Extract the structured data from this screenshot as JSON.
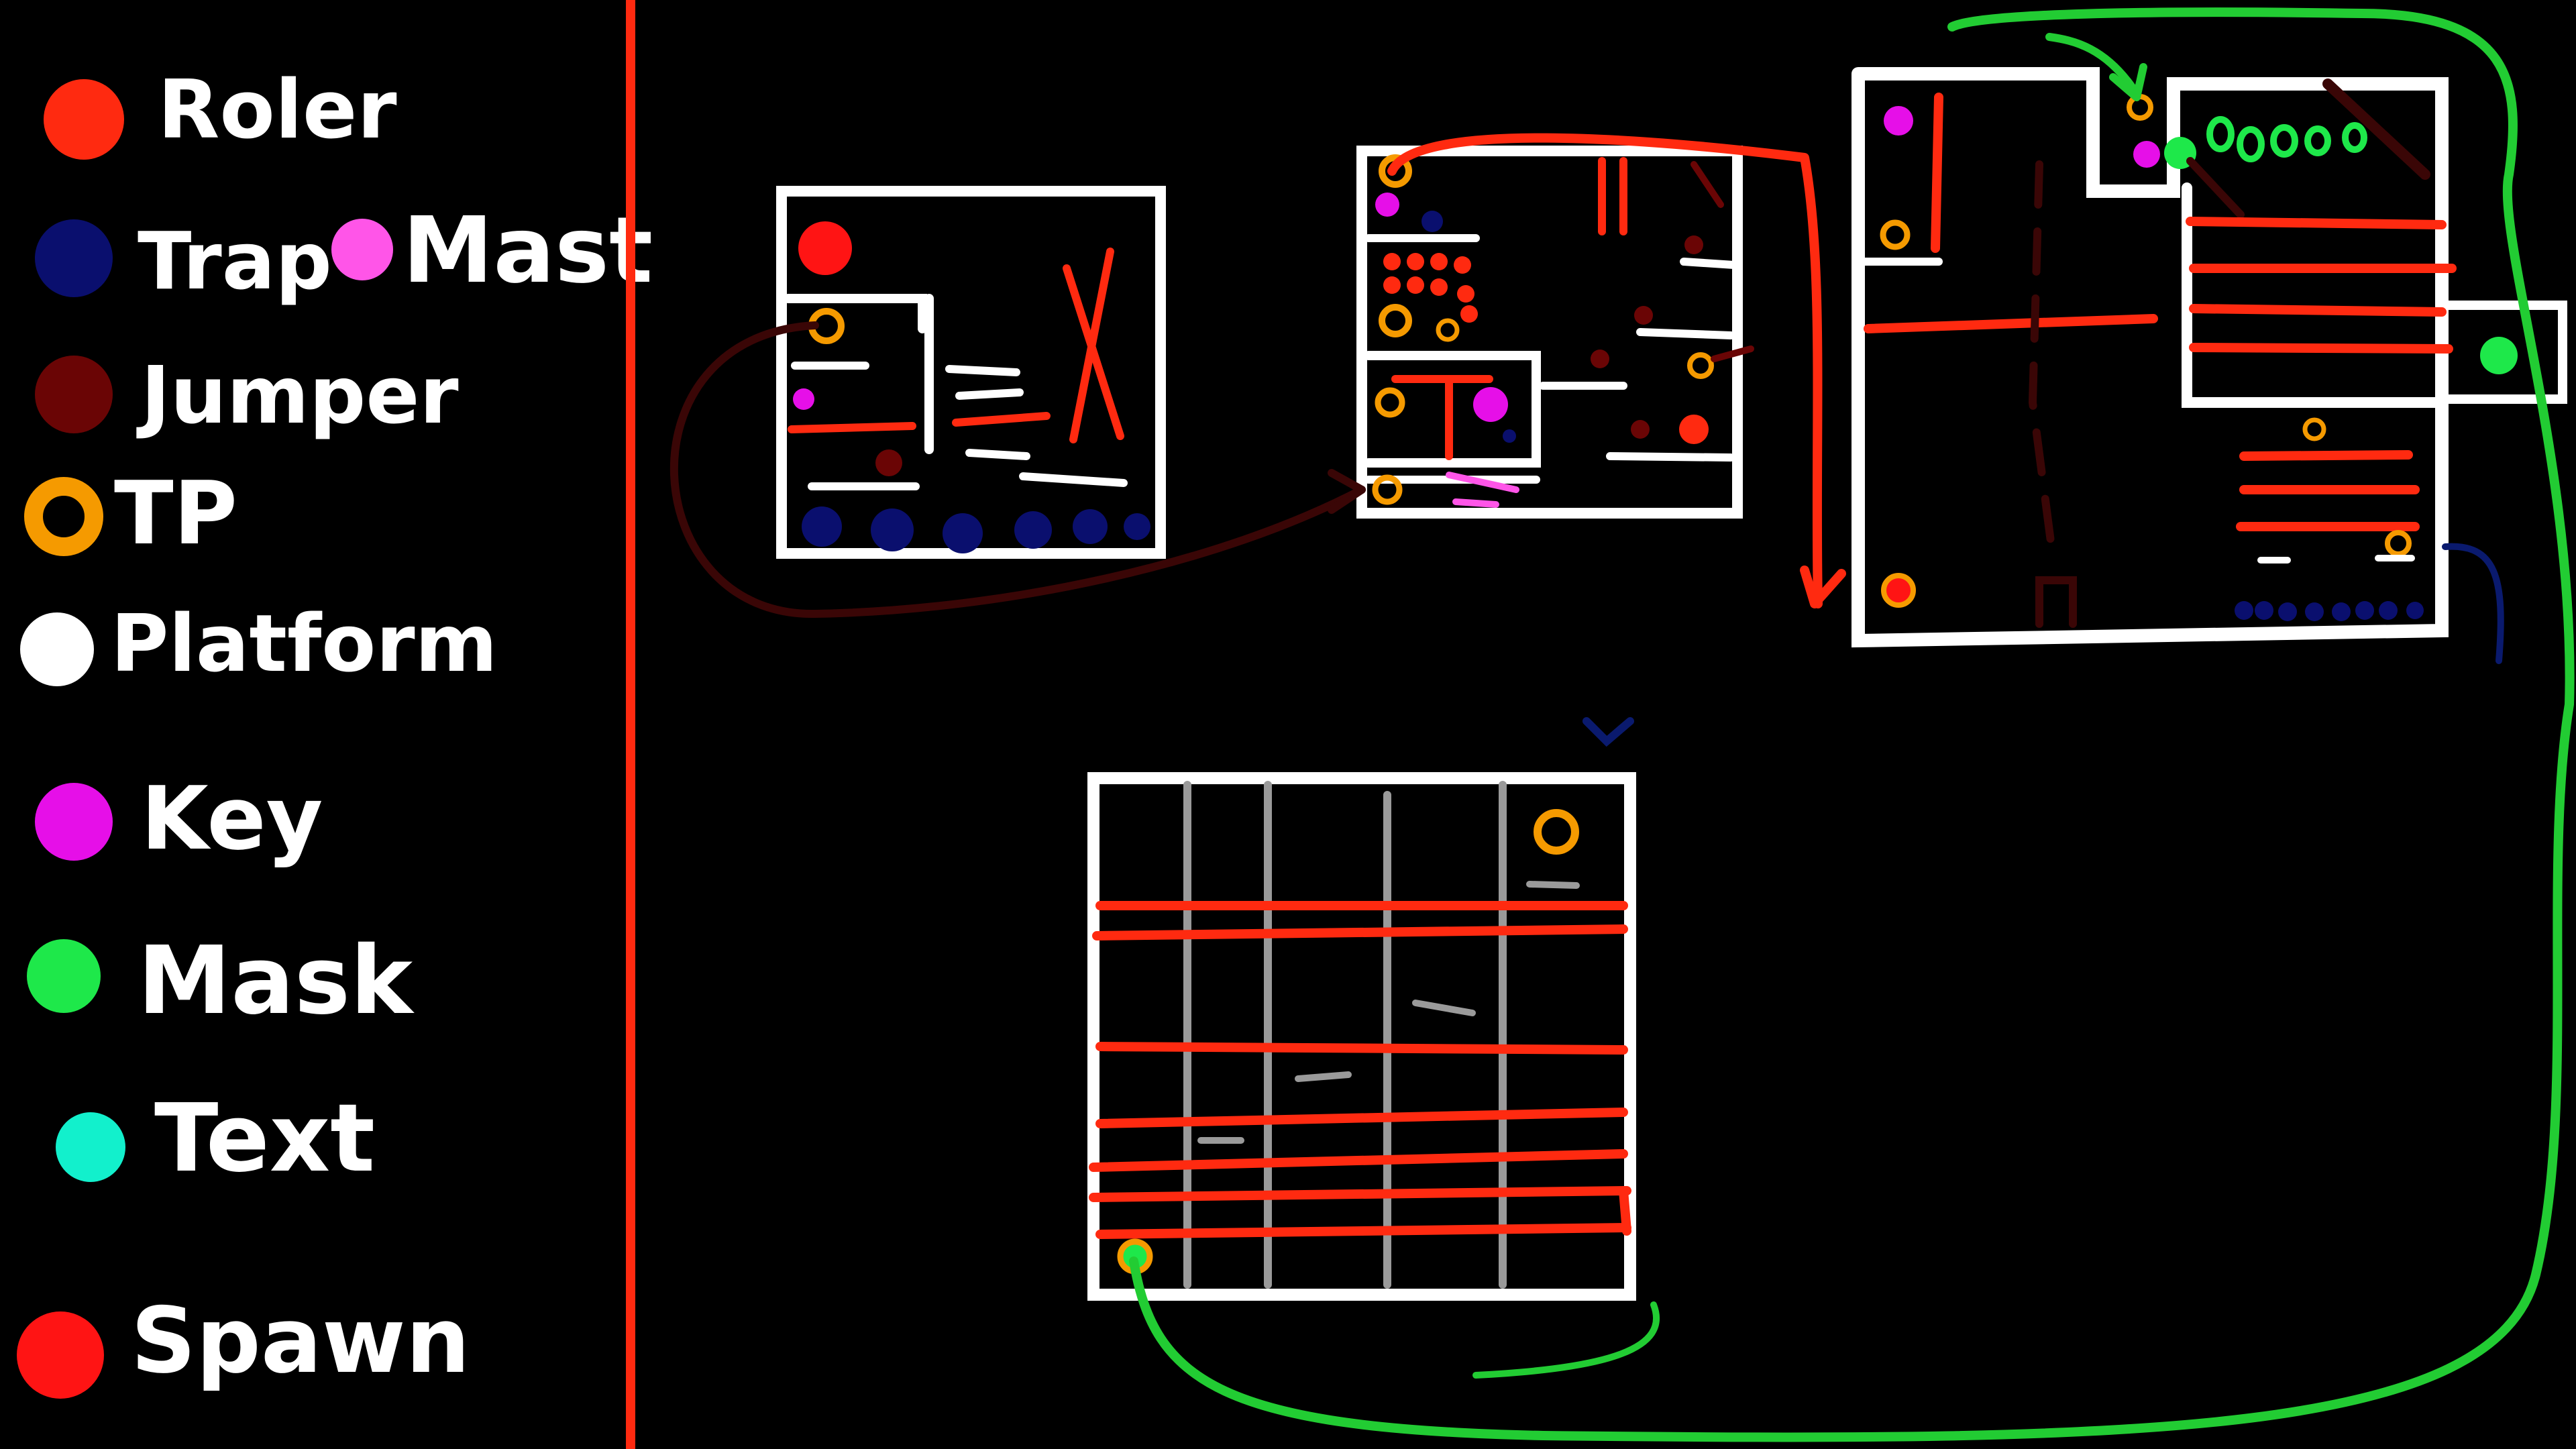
{
  "legend": {
    "items": [
      {
        "id": "roller",
        "label": "Roler",
        "color": "#ff2a10",
        "style": "dot"
      },
      {
        "id": "trap",
        "label": "Trap",
        "color": "#0a0f6e",
        "style": "dot"
      },
      {
        "id": "mast",
        "label": "Mast",
        "color": "#ff55e8",
        "style": "dot"
      },
      {
        "id": "jumper",
        "label": "Jumper",
        "color": "#6a0505",
        "style": "dot"
      },
      {
        "id": "tp",
        "label": "TP",
        "color": "#f59a00",
        "style": "ring"
      },
      {
        "id": "platform",
        "label": "Platform",
        "color": "#ffffff",
        "style": "dot"
      },
      {
        "id": "key",
        "label": "Key",
        "color": "#e60fe8",
        "style": "dot"
      },
      {
        "id": "mask",
        "label": "Mask",
        "color": "#1ee84a",
        "style": "dot"
      },
      {
        "id": "text",
        "label": "Text",
        "color": "#12f0cc",
        "style": "dot"
      },
      {
        "id": "spawn",
        "label": "Spawn",
        "color": "#ff1414",
        "style": "dot"
      }
    ]
  },
  "colors": {
    "background": "#000000",
    "divider": "#ff2a10",
    "wall": "#ffffff",
    "hazard_bar": "#ff2a10",
    "link_dark": "#3a0606",
    "link_red": "#ff2a10",
    "link_green": "#22cc33",
    "pillar": "#9a9a9a",
    "drop_mark": "#0a1a6e"
  }
}
